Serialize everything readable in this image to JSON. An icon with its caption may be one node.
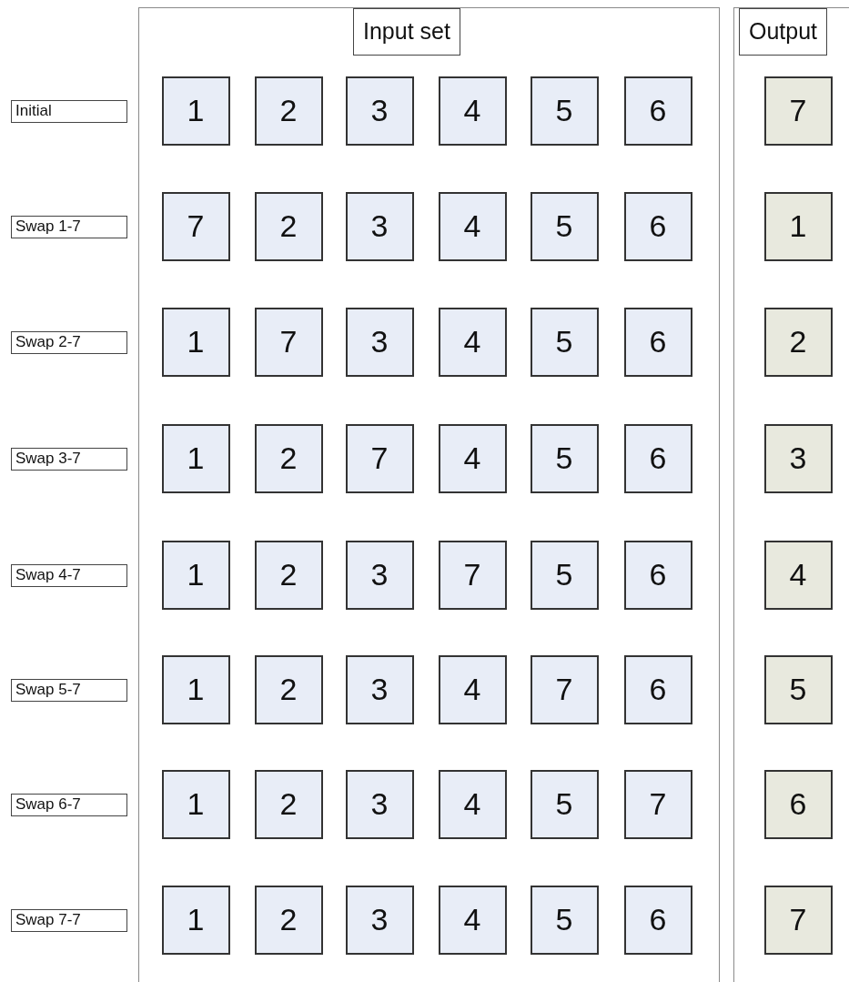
{
  "diagram": {
    "nodes": [
      {
        "text": [
          "Input set"
        ]
      },
      {
        "text": [
          "Output"
        ]
      },
      {
        "text": [
          "Initial"
        ]
      },
      {
        "text": [
          "1"
        ],
        "in": 0
      },
      {
        "text": [
          "2"
        ],
        "in": 0
      },
      {
        "text": [
          "3"
        ],
        "in": 0
      },
      {
        "text": [
          "4"
        ],
        "in": 0
      },
      {
        "text": [
          "5"
        ],
        "in": 0
      },
      {
        "text": [
          "6"
        ],
        "in": 0
      },
      {
        "text": [
          "7"
        ],
        "in": 1
      },
      {
        "text": [
          "Swap 1-7"
        ]
      },
      {
        "text": [
          "7"
        ],
        "in": 0
      },
      {
        "text": [
          "2"
        ],
        "in": 0
      },
      {
        "text": [
          "3"
        ],
        "in": 0
      },
      {
        "text": [
          "4"
        ],
        "in": 0
      },
      {
        "text": [
          "5"
        ],
        "in": 0
      },
      {
        "text": [
          "6"
        ],
        "in": 0
      },
      {
        "text": [
          "1"
        ],
        "in": 1
      },
      {
        "text": [
          "Swap 2-7"
        ]
      },
      {
        "text": [
          "1"
        ],
        "in": 0
      },
      {
        "text": [
          "7"
        ],
        "in": 0
      },
      {
        "text": [
          "3"
        ],
        "in": 0
      },
      {
        "text": [
          "4"
        ],
        "in": 0
      },
      {
        "text": [
          "5"
        ],
        "in": 0
      },
      {
        "text": [
          "6"
        ],
        "in": 0
      },
      {
        "text": [
          "2"
        ],
        "in": 1
      },
      {
        "text": [
          "Swap 3-7"
        ]
      },
      {
        "text": [
          "1"
        ],
        "in": 0
      },
      {
        "text": [
          "2"
        ],
        "in": 0
      },
      {
        "text": [
          "7"
        ],
        "in": 0
      },
      {
        "text": [
          "4"
        ],
        "in": 0
      },
      {
        "text": [
          "5"
        ],
        "in": 0
      },
      {
        "text": [
          "6"
        ],
        "in": 0
      },
      {
        "text": [
          "3"
        ],
        "in": 1
      },
      {
        "text": [
          "Swap 4-7"
        ]
      },
      {
        "text": [
          "1"
        ],
        "in": 0
      },
      {
        "text": [
          "2"
        ],
        "in": 0
      },
      {
        "text": [
          "3"
        ],
        "in": 0
      },
      {
        "text": [
          "7"
        ],
        "in": 0
      },
      {
        "text": [
          "5"
        ],
        "in": 0
      },
      {
        "text": [
          "6"
        ],
        "in": 0
      },
      {
        "text": [
          "4"
        ],
        "in": 1
      },
      {
        "text": [
          "Swap 5-7"
        ]
      },
      {
        "text": [
          "1"
        ],
        "in": 0
      },
      {
        "text": [
          "2"
        ],
        "in": 0
      },
      {
        "text": [
          "3"
        ],
        "in": 0
      },
      {
        "text": [
          "4"
        ],
        "in": 0
      },
      {
        "text": [
          "7"
        ],
        "in": 0
      },
      {
        "text": [
          "6"
        ],
        "in": 0
      },
      {
        "text": [
          "5"
        ],
        "in": 1
      },
      {
        "text": [
          "Swap 6-7"
        ]
      },
      {
        "text": [
          "1"
        ],
        "in": 0
      },
      {
        "text": [
          "2"
        ],
        "in": 0
      },
      {
        "text": [
          "3"
        ],
        "in": 0
      },
      {
        "text": [
          "4"
        ],
        "in": 0
      },
      {
        "text": [
          "5"
        ],
        "in": 0
      },
      {
        "text": [
          "7"
        ],
        "in": 0
      },
      {
        "text": [
          "6"
        ],
        "in": 1
      },
      {
        "text": [
          "Swap 7-7"
        ]
      },
      {
        "text": [
          "1"
        ],
        "in": 0
      },
      {
        "text": [
          "2"
        ],
        "in": 0
      },
      {
        "text": [
          "3"
        ],
        "in": 0
      },
      {
        "text": [
          "4"
        ],
        "in": 0
      },
      {
        "text": [
          "5"
        ],
        "in": 0
      },
      {
        "text": [
          "6"
        ],
        "in": 0
      },
      {
        "text": [
          "7"
        ],
        "in": 1
      }
    ]
  }
}
